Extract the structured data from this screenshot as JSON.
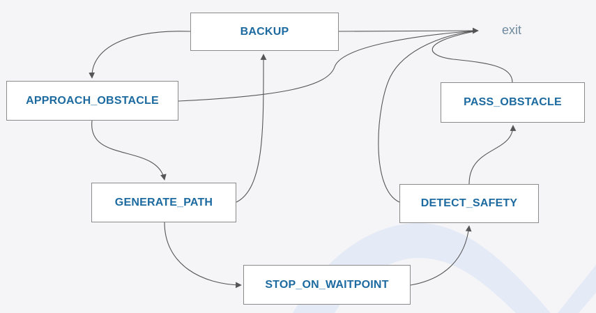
{
  "nodes": {
    "backup": "BACKUP",
    "approach_obstacle": "APPROACH_OBSTACLE",
    "generate_path": "GENERATE_PATH",
    "stop_on_waitpoint": "STOP_ON_WAITPOINT",
    "detect_safety": "DETECT_SAFETY",
    "pass_obstacle": "PASS_OBSTACLE"
  },
  "exit_label": "exit",
  "colors": {
    "node_text": "#1c6aa0",
    "node_border": "#8a8a8a",
    "edge": "#555555",
    "exit_text": "#6f8a9e",
    "background": "#f5f5f7",
    "watermark": "#dfe6f7"
  },
  "edges": [
    {
      "from": "backup",
      "to": "approach_obstacle"
    },
    {
      "from": "backup",
      "to": "exit"
    },
    {
      "from": "approach_obstacle",
      "to": "generate_path"
    },
    {
      "from": "approach_obstacle",
      "to": "exit"
    },
    {
      "from": "generate_path",
      "to": "backup"
    },
    {
      "from": "generate_path",
      "to": "stop_on_waitpoint"
    },
    {
      "from": "stop_on_waitpoint",
      "to": "detect_safety"
    },
    {
      "from": "detect_safety",
      "to": "pass_obstacle"
    },
    {
      "from": "detect_safety",
      "to": "exit"
    },
    {
      "from": "pass_obstacle",
      "to": "exit"
    }
  ]
}
